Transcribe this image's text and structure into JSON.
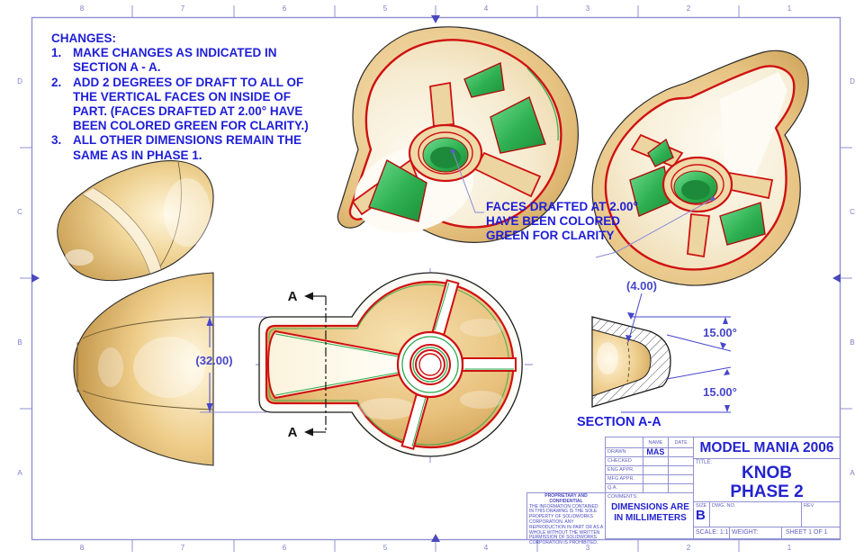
{
  "sheet": {
    "zones_top": [
      "8",
      "7",
      "6",
      "5",
      "4",
      "3",
      "2",
      "1"
    ],
    "zones_bottom": [
      "8",
      "7",
      "6",
      "5",
      "4",
      "3",
      "2",
      "1"
    ],
    "zones_left": [
      "D",
      "C",
      "B",
      "A"
    ],
    "zones_right": [
      "D",
      "C",
      "B",
      "A"
    ],
    "colors": {
      "annotation_blue": "#1e1ed8",
      "dimension_blue": "#4646cc",
      "border_blue": "#9191d3",
      "part_tan": "#e9c87f",
      "draft_green": "#2eb050",
      "highlight_red": "#cf1111"
    }
  },
  "changes": {
    "heading": "CHANGES:",
    "items": [
      {
        "num": "1.",
        "text": "MAKE CHANGES AS INDICATED IN SECTION A - A."
      },
      {
        "num": "2.",
        "text": "ADD 2 DEGREES OF DRAFT TO ALL OF THE VERTICAL FACES ON INSIDE OF PART.  (FACES DRAFTED AT 2.00° HAVE BEEN COLORED GREEN FOR CLARITY.)"
      },
      {
        "num": "3.",
        "text": "ALL OTHER DIMENSIONS REMAIN THE SAME AS IN PHASE 1."
      }
    ]
  },
  "callout": {
    "text": "FACES DRAFTED AT 2.00° HAVE BEEN COLORED GREEN FOR CLARITY"
  },
  "dims": {
    "stem_width": "(32.00)",
    "wall_thickness": "(4.00)",
    "angle_top": "15.00°",
    "angle_bottom": "15.00°",
    "section_title": "SECTION A-A",
    "section_letter": "A"
  },
  "title_block": {
    "company": "MODEL MANIA 2006",
    "title_label": "TITLE:",
    "title_line1": "KNOB",
    "title_line2": "PHASE 2",
    "name_header": "NAME",
    "date_header": "DATE",
    "rows": [
      {
        "label": "DRAWN",
        "name": "MAS"
      },
      {
        "label": "CHECKED",
        "name": ""
      },
      {
        "label": "ENG APPR.",
        "name": ""
      },
      {
        "label": "MFG APPR.",
        "name": ""
      },
      {
        "label": "Q.A.",
        "name": ""
      }
    ],
    "comments_label": "COMMENTS:",
    "mm_note": "DIMENSIONS ARE IN MILLIMETERS",
    "size_label": "SIZE",
    "size_value": "B",
    "dwg_label": "DWG.  NO.",
    "rev_label": "REV",
    "scale": "SCALE: 1:1",
    "weight": "WEIGHT:",
    "sheet": "SHEET 1 OF 1",
    "proprietary_title": "PROPRIETARY AND CONFIDENTIAL",
    "proprietary_body": "THE INFORMATION CONTAINED IN THIS DRAWING IS THE SOLE PROPERTY OF SOLIDWORKS CORPORATION.  ANY REPRODUCTION IN PART OR AS A WHOLE WITHOUT THE WRITTEN PERMISSION OF SOLIDWORKS CORPORATION IS PROHIBITED."
  }
}
